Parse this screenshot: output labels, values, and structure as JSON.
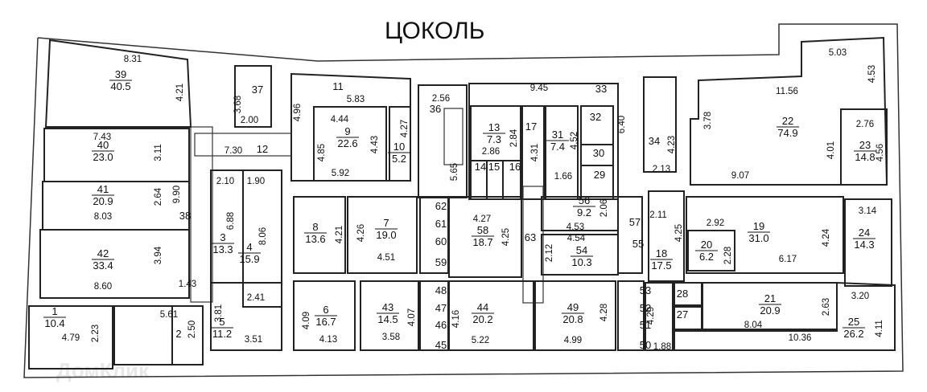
{
  "title": "ЦОКОЛЬ",
  "watermark": "ДомКлик",
  "rooms": [
    {
      "num": "39",
      "area": "40.5"
    },
    {
      "num": "40",
      "area": "23.0"
    },
    {
      "num": "41",
      "area": "20.9"
    },
    {
      "num": "42",
      "area": "33.4"
    },
    {
      "num": "1",
      "area": "10.4"
    },
    {
      "num": "2",
      "area": ""
    },
    {
      "num": "3",
      "area": "13.3"
    },
    {
      "num": "4",
      "area": "15.9"
    },
    {
      "num": "5",
      "area": "11.2"
    },
    {
      "num": "6",
      "area": "16.7"
    },
    {
      "num": "7",
      "area": "19.0"
    },
    {
      "num": "8",
      "area": "13.6"
    },
    {
      "num": "9",
      "area": "22.6"
    },
    {
      "num": "10",
      "area": "5.2"
    },
    {
      "num": "11",
      "area": ""
    },
    {
      "num": "12",
      "area": ""
    },
    {
      "num": "13",
      "area": "7.3"
    },
    {
      "num": "14",
      "area": ""
    },
    {
      "num": "15",
      "area": ""
    },
    {
      "num": "16",
      "area": ""
    },
    {
      "num": "17",
      "area": ""
    },
    {
      "num": "31",
      "area": "7.4"
    },
    {
      "num": "32",
      "area": ""
    },
    {
      "num": "30",
      "area": ""
    },
    {
      "num": "29",
      "area": ""
    },
    {
      "num": "33",
      "area": ""
    },
    {
      "num": "34",
      "area": ""
    },
    {
      "num": "36",
      "area": ""
    },
    {
      "num": "37",
      "area": ""
    },
    {
      "num": "38",
      "area": ""
    },
    {
      "num": "22",
      "area": "74.9"
    },
    {
      "num": "23",
      "area": "14.8"
    },
    {
      "num": "19",
      "area": "31.0"
    },
    {
      "num": "20",
      "area": "6.2"
    },
    {
      "num": "24",
      "area": "14.3"
    },
    {
      "num": "18",
      "area": "17.5"
    },
    {
      "num": "21",
      "area": "20.9"
    },
    {
      "num": "25",
      "area": "26.2"
    },
    {
      "num": "27",
      "area": ""
    },
    {
      "num": "28",
      "area": ""
    },
    {
      "num": "43",
      "area": "14.5"
    },
    {
      "num": "44",
      "area": "20.2"
    },
    {
      "num": "49",
      "area": "20.8"
    },
    {
      "num": "54",
      "area": "10.3"
    },
    {
      "num": "55",
      "area": ""
    },
    {
      "num": "56",
      "area": "9.2"
    },
    {
      "num": "57",
      "area": ""
    },
    {
      "num": "58",
      "area": "18.7"
    },
    {
      "num": "59",
      "area": ""
    },
    {
      "num": "60",
      "area": ""
    },
    {
      "num": "61",
      "area": ""
    },
    {
      "num": "62",
      "area": ""
    },
    {
      "num": "45",
      "area": ""
    },
    {
      "num": "46",
      "area": ""
    },
    {
      "num": "47",
      "area": ""
    },
    {
      "num": "48",
      "area": ""
    },
    {
      "num": "50",
      "area": ""
    },
    {
      "num": "51",
      "area": ""
    },
    {
      "num": "52",
      "area": ""
    },
    {
      "num": "53",
      "area": ""
    },
    {
      "num": "63",
      "area": ""
    }
  ],
  "dims": [
    "8.31",
    "4.21",
    "7.43",
    "3.11",
    "9.90",
    "2.64",
    "8.03",
    "3.94",
    "8.60",
    "1.43",
    "5.61",
    "2.50",
    "2.23",
    "4.79",
    "3.68",
    "2.00",
    "7.30",
    "4.96",
    "5.83",
    "4.44",
    "4.85",
    "4.43",
    "4.27",
    "5.92",
    "2.56",
    "5.65",
    "9.45",
    "6.40",
    "2.84",
    "2.86",
    "4.31",
    "4.52",
    "1.66",
    "2.13",
    "4.23",
    "3.78",
    "11.56",
    "5.03",
    "4.53",
    "2.76",
    "4.01",
    "4.56",
    "9.07",
    "2.10",
    "1.90",
    "6.88",
    "8.06",
    "2.41",
    "3.81",
    "3.51",
    "4.26",
    "4.51",
    "4.21",
    "4.09",
    "4.13",
    "4.07",
    "3.58",
    "4.16",
    "5.22",
    "4.27",
    "4.25",
    "2.12",
    "4.54",
    "4.53",
    "2.06",
    "4.28",
    "4.99",
    "4.29",
    "1.88",
    "2.11",
    "4.25",
    "2.92",
    "2.28",
    "6.17",
    "4.24",
    "3.14",
    "3.20",
    "4.11",
    "2.63",
    "8.04",
    "10.36"
  ]
}
